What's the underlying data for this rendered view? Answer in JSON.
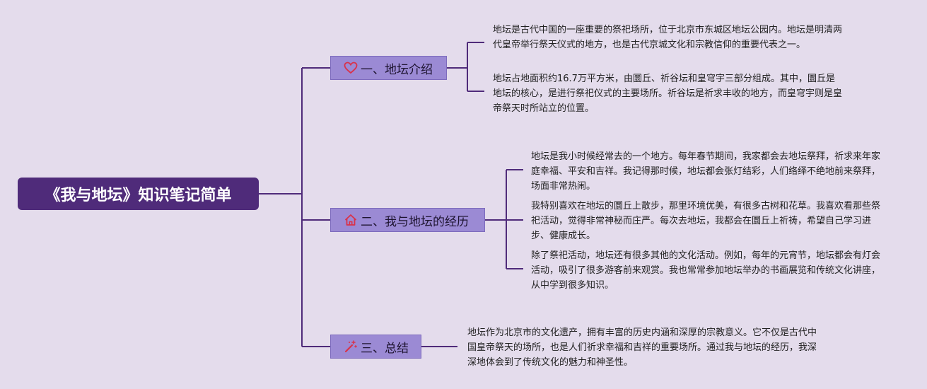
{
  "colors": {
    "background": "#e4dcec",
    "root_fill": "#4f2b7a",
    "branch_fill": "#9b8ad4",
    "connector": "#4f2b7a",
    "icon_red": "#d9324a"
  },
  "root": {
    "title": "《我与地坛》知识笔记简单"
  },
  "branches": [
    {
      "icon": "heart-icon",
      "label": "一、地坛介绍",
      "leaves": [
        "地坛是古代中国的一座重要的祭祀场所，位于北京市东城区地坛公园内。地坛是明清两代皇帝举行祭天仪式的地方，也是古代京城文化和宗教信仰的重要代表之一。",
        "地坛占地面积约16.7万平方米，由圜丘、祈谷坛和皇穹宇三部分组成。其中，圜丘是地坛的核心，是进行祭祀仪式的主要场所。祈谷坛是祈求丰收的地方，而皇穹宇则是皇帝祭天时所站立的位置。"
      ]
    },
    {
      "icon": "home-icon",
      "label": "二、我与地坛的经历",
      "leaves": [
        "地坛是我小时候经常去的一个地方。每年春节期间，我家都会去地坛祭拜，祈求来年家庭幸福、平安和吉祥。我记得那时候，地坛都会张灯结彩，人们络绎不绝地前来祭拜，场面非常热闹。",
        "我特别喜欢在地坛的圜丘上散步，那里环境优美，有很多古树和花草。我喜欢看那些祭祀活动，觉得非常神秘而庄严。每次去地坛，我都会在圜丘上祈祷，希望自己学习进步、健康成长。",
        "除了祭祀活动，地坛还有很多其他的文化活动。例如，每年的元宵节，地坛都会有灯会活动，吸引了很多游客前来观赏。我也常常参加地坛举办的书画展览和传统文化讲座，从中学到很多知识。"
      ]
    },
    {
      "icon": "magic-wand-icon",
      "label": "三、总结",
      "leaves": [
        "地坛作为北京市的文化遗产，拥有丰富的历史内涵和深厚的宗教意义。它不仅是古代中国皇帝祭天的场所，也是人们祈求幸福和吉祥的重要场所。通过我与地坛的经历，我深深地体会到了传统文化的魅力和神圣性。"
      ]
    }
  ]
}
